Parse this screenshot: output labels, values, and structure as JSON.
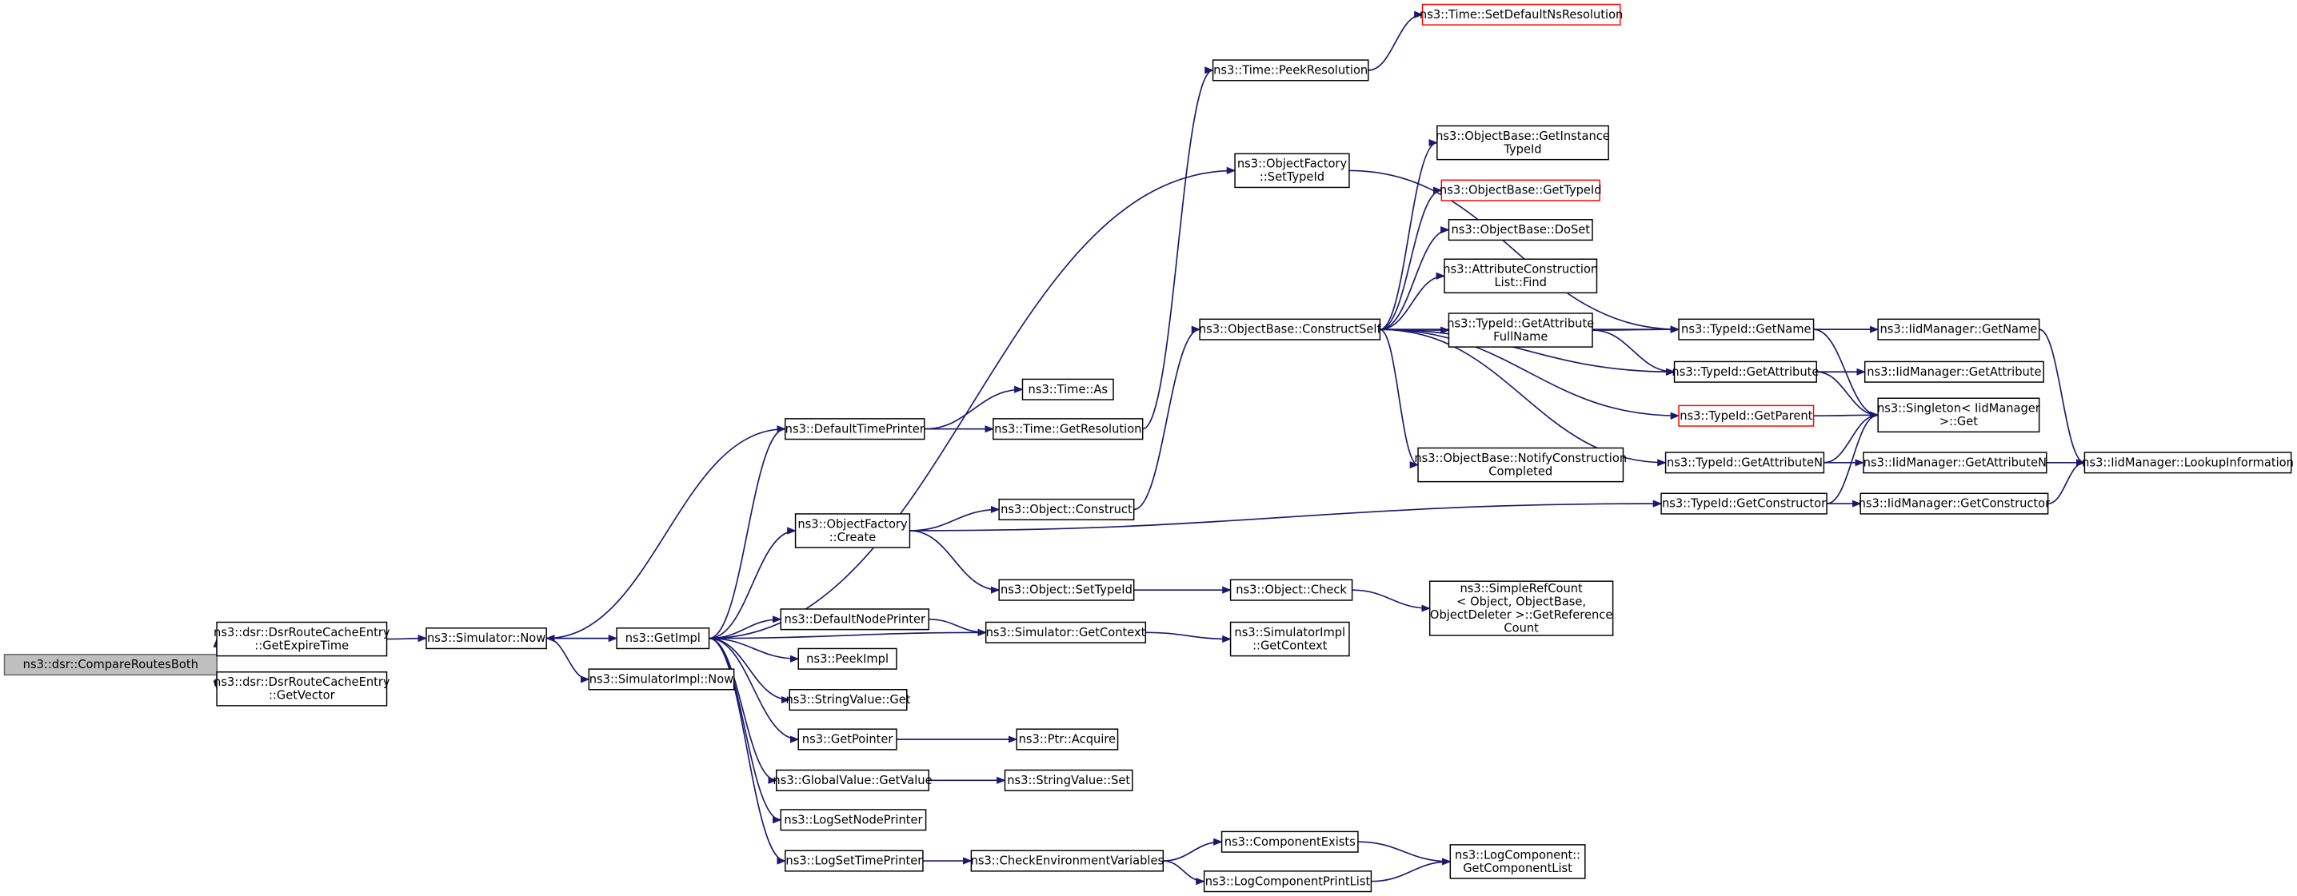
{
  "colors": {
    "edge": "#191970",
    "node_border": "#000000",
    "root_fill": "#bfbfbf",
    "missing_border": "#ff0000"
  },
  "nodes": [
    {
      "id": "n0",
      "lines": [
        "ns3::dsr::CompareRoutesBoth"
      ],
      "root": true
    },
    {
      "id": "n1",
      "lines": [
        "ns3::dsr::DsrRouteCacheEntry",
        "::GetExpireTime"
      ]
    },
    {
      "id": "n2",
      "lines": [
        "ns3::dsr::DsrRouteCacheEntry",
        "::GetVector"
      ]
    },
    {
      "id": "n3",
      "lines": [
        "ns3::Simulator::Now"
      ]
    },
    {
      "id": "n4",
      "lines": [
        "ns3::GetImpl"
      ]
    },
    {
      "id": "n5",
      "lines": [
        "ns3::SimulatorImpl::Now"
      ]
    },
    {
      "id": "n6",
      "lines": [
        "ns3::DefaultTimePrinter"
      ]
    },
    {
      "id": "n7",
      "lines": [
        "ns3::ObjectFactory",
        "::Create"
      ]
    },
    {
      "id": "n8",
      "lines": [
        "ns3::DefaultNodePrinter"
      ]
    },
    {
      "id": "n9",
      "lines": [
        "ns3::PeekImpl"
      ]
    },
    {
      "id": "n10",
      "lines": [
        "ns3::StringValue::Get"
      ]
    },
    {
      "id": "n11",
      "lines": [
        "ns3::GetPointer"
      ]
    },
    {
      "id": "n12",
      "lines": [
        "ns3::GlobalValue::GetValue"
      ]
    },
    {
      "id": "n13",
      "lines": [
        "ns3::LogSetNodePrinter"
      ]
    },
    {
      "id": "n14",
      "lines": [
        "ns3::LogSetTimePrinter"
      ]
    },
    {
      "id": "n15",
      "lines": [
        "ns3::Time::As"
      ]
    },
    {
      "id": "n16",
      "lines": [
        "ns3::Time::GetResolution"
      ]
    },
    {
      "id": "n17",
      "lines": [
        "ns3::Object::Construct"
      ]
    },
    {
      "id": "n18",
      "lines": [
        "ns3::Object::SetTypeId"
      ]
    },
    {
      "id": "n19",
      "lines": [
        "ns3::Simulator::GetContext"
      ]
    },
    {
      "id": "n20",
      "lines": [
        "ns3::Ptr::Acquire"
      ]
    },
    {
      "id": "n21",
      "lines": [
        "ns3::StringValue::Set"
      ]
    },
    {
      "id": "n22",
      "lines": [
        "ns3::CheckEnvironmentVariables"
      ]
    },
    {
      "id": "n23",
      "lines": [
        "ns3::Time::PeekResolution"
      ]
    },
    {
      "id": "n24",
      "lines": [
        "ns3::ObjectFactory",
        "::SetTypeId"
      ]
    },
    {
      "id": "n25",
      "lines": [
        "ns3::ObjectBase::ConstructSelf"
      ]
    },
    {
      "id": "n26",
      "lines": [
        "ns3::Object::Check"
      ]
    },
    {
      "id": "n27",
      "lines": [
        "ns3::SimulatorImpl",
        "::GetContext"
      ]
    },
    {
      "id": "n28",
      "lines": [
        "ns3::ComponentExists"
      ]
    },
    {
      "id": "n29",
      "lines": [
        "ns3::LogComponentPrintList"
      ]
    },
    {
      "id": "n30",
      "lines": [
        "ns3::Time::SetDefaultNsResolution"
      ],
      "missing": true
    },
    {
      "id": "n31",
      "lines": [
        "ns3::ObjectBase::GetInstance",
        "TypeId"
      ]
    },
    {
      "id": "n32",
      "lines": [
        "ns3::ObjectBase::GetTypeId"
      ],
      "missing": true
    },
    {
      "id": "n33",
      "lines": [
        "ns3::ObjectBase::DoSet"
      ]
    },
    {
      "id": "n34",
      "lines": [
        "ns3::AttributeConstruction",
        "List::Find"
      ]
    },
    {
      "id": "n35",
      "lines": [
        "ns3::TypeId::GetAttribute",
        "FullName"
      ]
    },
    {
      "id": "n36",
      "lines": [
        "ns3::ObjectBase::NotifyConstruction",
        "Completed"
      ]
    },
    {
      "id": "n37",
      "lines": [
        "ns3::SimpleRefCount",
        "< Object, ObjectBase,",
        " ObjectDeleter >::GetReference",
        "Count"
      ]
    },
    {
      "id": "n38",
      "lines": [
        "ns3::LogComponent::",
        "GetComponentList"
      ]
    },
    {
      "id": "n39",
      "lines": [
        "ns3::TypeId::GetName"
      ]
    },
    {
      "id": "n40",
      "lines": [
        "ns3::TypeId::GetAttribute"
      ]
    },
    {
      "id": "n41",
      "lines": [
        "ns3::TypeId::GetParent"
      ],
      "missing": true
    },
    {
      "id": "n42",
      "lines": [
        "ns3::TypeId::GetAttributeN"
      ]
    },
    {
      "id": "n43",
      "lines": [
        "ns3::TypeId::GetConstructor"
      ]
    },
    {
      "id": "n44",
      "lines": [
        "ns3::IidManager::GetName"
      ]
    },
    {
      "id": "n45",
      "lines": [
        "ns3::IidManager::GetAttribute"
      ]
    },
    {
      "id": "n46",
      "lines": [
        "ns3::Singleton< IidManager",
        " >::Get"
      ]
    },
    {
      "id": "n47",
      "lines": [
        "ns3::IidManager::GetAttributeN"
      ]
    },
    {
      "id": "n48",
      "lines": [
        "ns3::IidManager::GetConstructor"
      ]
    },
    {
      "id": "n49",
      "lines": [
        "ns3::IidManager::LookupInformation"
      ]
    }
  ],
  "edges": [
    [
      "n0",
      "n1"
    ],
    [
      "n0",
      "n2"
    ],
    [
      "n1",
      "n3"
    ],
    [
      "n3",
      "n4"
    ],
    [
      "n3",
      "n5"
    ],
    [
      "n4",
      "n6"
    ],
    [
      "n4",
      "n7"
    ],
    [
      "n4",
      "n8"
    ],
    [
      "n4",
      "n9"
    ],
    [
      "n4",
      "n10"
    ],
    [
      "n4",
      "n11"
    ],
    [
      "n4",
      "n12"
    ],
    [
      "n4",
      "n13"
    ],
    [
      "n4",
      "n14"
    ],
    [
      "n4",
      "n19"
    ],
    [
      "n4",
      "n24"
    ],
    [
      "n6",
      "n3"
    ],
    [
      "n6",
      "n15"
    ],
    [
      "n6",
      "n16"
    ],
    [
      "n16",
      "n23"
    ],
    [
      "n23",
      "n30"
    ],
    [
      "n7",
      "n17"
    ],
    [
      "n7",
      "n18"
    ],
    [
      "n7",
      "n43"
    ],
    [
      "n8",
      "n19"
    ],
    [
      "n19",
      "n27"
    ],
    [
      "n11",
      "n20"
    ],
    [
      "n12",
      "n21"
    ],
    [
      "n14",
      "n22"
    ],
    [
      "n22",
      "n28"
    ],
    [
      "n22",
      "n29"
    ],
    [
      "n28",
      "n38"
    ],
    [
      "n29",
      "n38"
    ],
    [
      "n17",
      "n25"
    ],
    [
      "n18",
      "n26"
    ],
    [
      "n26",
      "n37"
    ],
    [
      "n24",
      "n39"
    ],
    [
      "n25",
      "n31"
    ],
    [
      "n25",
      "n32"
    ],
    [
      "n25",
      "n33"
    ],
    [
      "n25",
      "n34"
    ],
    [
      "n25",
      "n35"
    ],
    [
      "n25",
      "n36"
    ],
    [
      "n25",
      "n39"
    ],
    [
      "n25",
      "n40"
    ],
    [
      "n25",
      "n41"
    ],
    [
      "n25",
      "n42"
    ],
    [
      "n35",
      "n39"
    ],
    [
      "n35",
      "n40"
    ],
    [
      "n39",
      "n44"
    ],
    [
      "n39",
      "n46"
    ],
    [
      "n40",
      "n45"
    ],
    [
      "n40",
      "n46"
    ],
    [
      "n41",
      "n46"
    ],
    [
      "n42",
      "n46"
    ],
    [
      "n42",
      "n47"
    ],
    [
      "n43",
      "n46"
    ],
    [
      "n43",
      "n48"
    ],
    [
      "n44",
      "n49"
    ],
    [
      "n47",
      "n49"
    ],
    [
      "n48",
      "n49"
    ]
  ]
}
